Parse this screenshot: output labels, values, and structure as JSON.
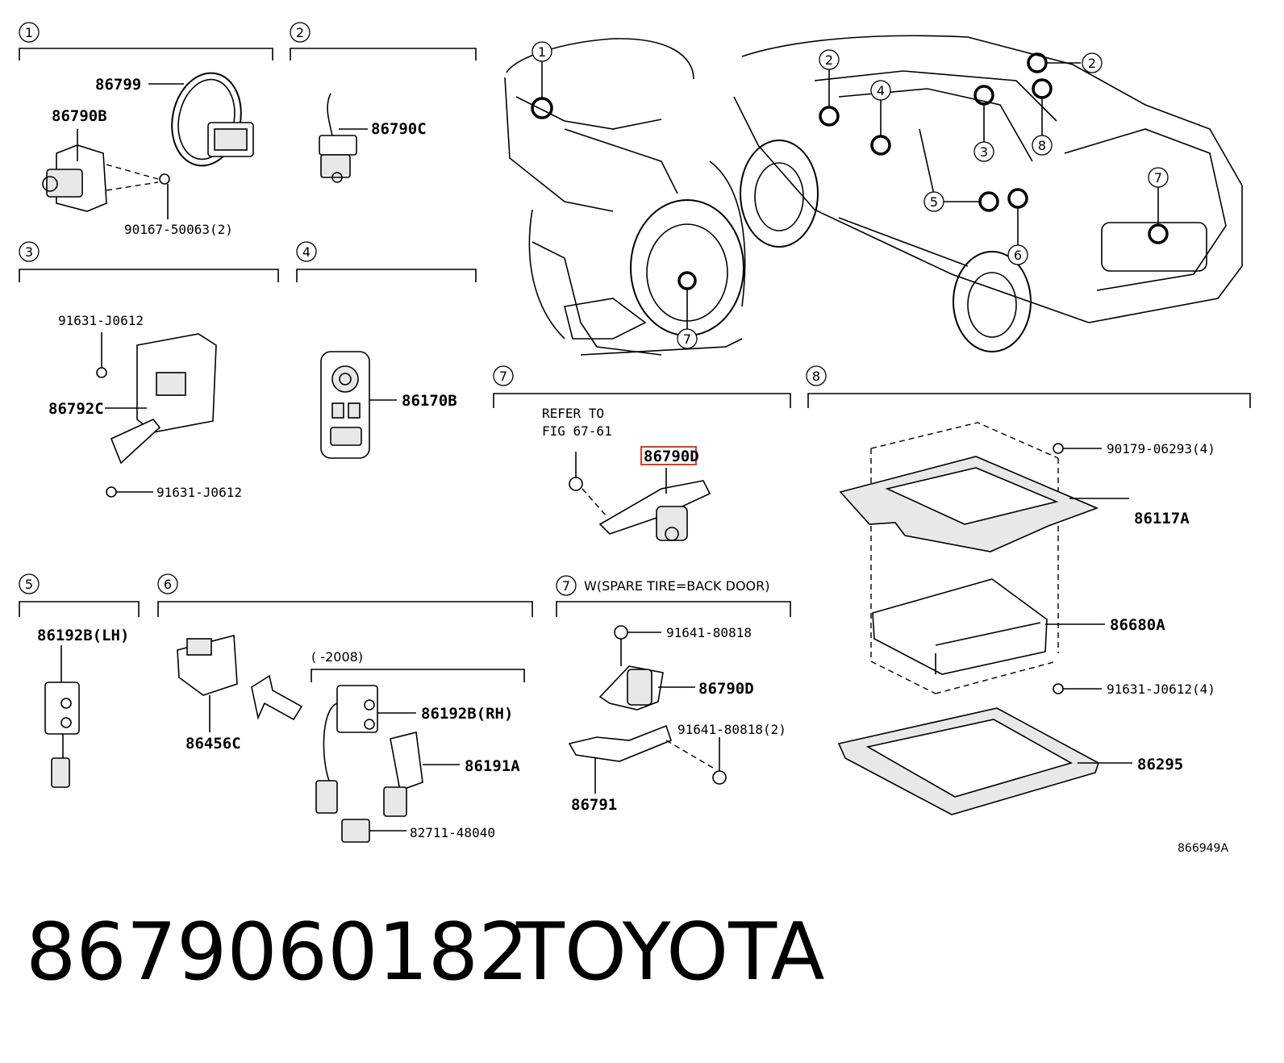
{
  "sections": [
    {
      "num": "1"
    },
    {
      "num": "2"
    },
    {
      "num": "3"
    },
    {
      "num": "4"
    },
    {
      "num": "5"
    },
    {
      "num": "6"
    },
    {
      "num": "7"
    },
    {
      "num": "8"
    },
    {
      "num": "7"
    }
  ],
  "parts": {
    "p86799": "86799",
    "p86790B": "86790B",
    "p86790C": "86790C",
    "p90167": "90167-50063(2)",
    "p91631a": "91631-J0612",
    "p86792C": "86792C",
    "p91631b": "91631-J0612",
    "p86170B": "86170B",
    "p86790D_hl": "86790D",
    "p90179": "90179-06293(4)",
    "p86117A": "86117A",
    "p86680A": "86680A",
    "p91631c": "91631-J0612(4)",
    "p86295": "86295",
    "p86192B_LH": "86192B(LH)",
    "p86456C": "86456C",
    "p86192B_RH": "86192B(RH)",
    "p86191A": "86191A",
    "p82711": "82711-48040",
    "p91641a": "91641-80818",
    "p86790D": "86790D",
    "p91641b": "91641-80818(2)",
    "p86791": "86791"
  },
  "notes": {
    "refer_line1": "REFER TO",
    "refer_line2": "FIG 67-61",
    "year_note": "(      -2008)",
    "spare_tire": "W(SPARE TIRE=BACK DOOR)",
    "diagram_code": "866949A"
  },
  "car_callouts": [
    "1",
    "2",
    "2",
    "4",
    "3",
    "8",
    "5",
    "6",
    "7",
    "7"
  ],
  "footer": {
    "part_number": "8679060182",
    "brand": "TOYOTA"
  },
  "highlight_color": "#e0392b"
}
